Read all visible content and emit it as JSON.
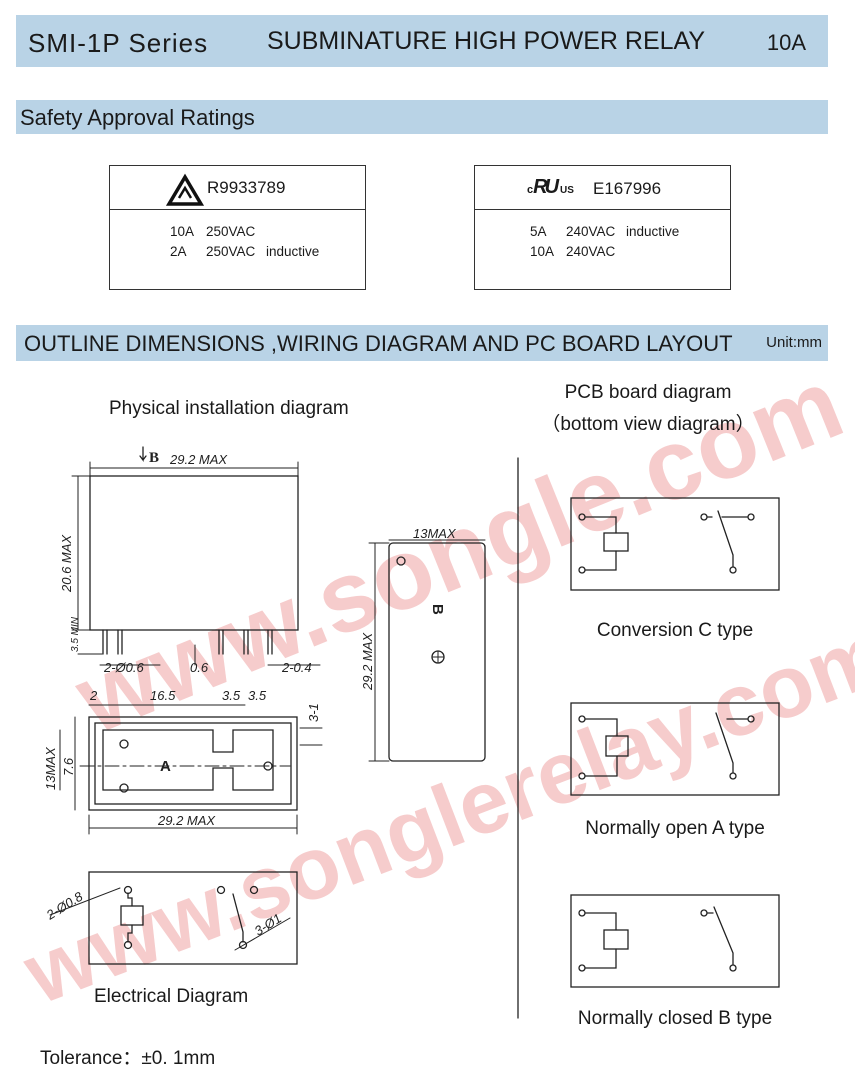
{
  "header": {
    "series": "SMI-1P Series",
    "product_title": "SUBMINATURE HIGH POWER RELAY",
    "rating": "10A"
  },
  "safety": {
    "section_title": "Safety Approval Ratings",
    "certs": [
      {
        "mark": "triangle-certification-mark",
        "number": "R9933789",
        "ratings": [
          {
            "current": "10A",
            "voltage": "250VAC",
            "load": ""
          },
          {
            "current": "2A",
            "voltage": "250VAC",
            "load": "inductive"
          }
        ]
      },
      {
        "mark": "ul-recognized-mark",
        "mark_prefix": "c",
        "mark_text": "RU",
        "mark_suffix": "US",
        "number": "E167996",
        "ratings": [
          {
            "current": "5A",
            "voltage": "240VAC",
            "load": "inductive"
          },
          {
            "current": "10A",
            "voltage": "240VAC",
            "load": ""
          }
        ]
      }
    ]
  },
  "outline": {
    "section_title": "OUTLINE DIMENSIONS ,WIRING DIAGRAM AND PC BOARD LAYOUT",
    "unit": "Unit:mm"
  },
  "diagrams": {
    "physical_title": "Physical installation diagram",
    "pcb_title_line1": "PCB board diagram",
    "pcb_title_line2": "（bottom view diagram）",
    "electrical_title": "Electrical  Diagram",
    "types": [
      "Conversion C type",
      "Normally open A type",
      "Normally closed B type"
    ],
    "tolerance": "Tolerance：±0. 1mm"
  },
  "dimensions": {
    "b_marker": "B",
    "a_marker": "A",
    "width_max": "29.2  MAX",
    "height_max": "20.6  MAX",
    "depth_max": "13MAX",
    "side_height_max": "29.2  MAX",
    "pin_len_min": "3.5 MIN",
    "pin_dia": "2-Ø0.6",
    "pin_w": "0.6",
    "pin_t": "2-0.4",
    "off_2": "2",
    "off_165": "16.5",
    "off_35a": "3.5",
    "off_35b": "3.5",
    "off_31": "3-1",
    "span_76": "7.6",
    "coil_hole": "2-Ø0.8",
    "contact_hole": "3-Ø1"
  },
  "watermarks": [
    "www.songle.com",
    "www.songlerelay.com"
  ],
  "colors": {
    "band": "#b9d3e6",
    "watermark": "#f2c3c3"
  }
}
